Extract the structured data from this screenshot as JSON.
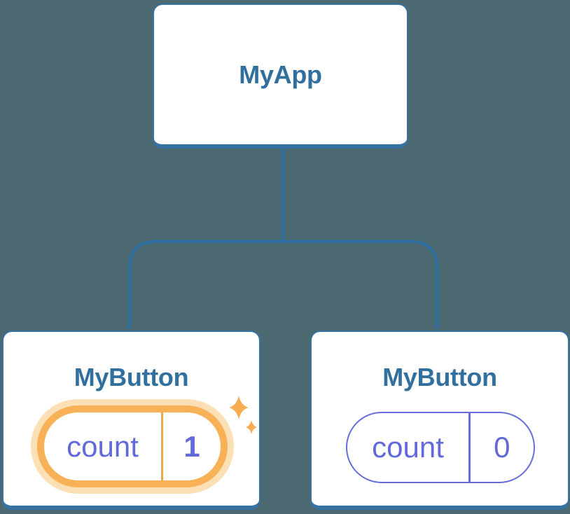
{
  "diagram": {
    "description": "React component tree with isolated state",
    "palette": {
      "background": "#4C6870",
      "node_border": "#3573A2",
      "node_title": "#31709E",
      "edge": "#2E6E9E",
      "state_text": "#626AD8",
      "state_border": "#666CDC",
      "highlight_ring": "#F8B156",
      "highlight_glow": "#FCE0B5",
      "sparkle": "#F7AC52"
    }
  },
  "tree": {
    "root": {
      "label": "MyApp"
    },
    "children": [
      {
        "label": "MyButton",
        "highlighted": true,
        "badge": "sparkles-icon",
        "state": {
          "name": "count",
          "value": "1"
        }
      },
      {
        "label": "MyButton",
        "highlighted": false,
        "state": {
          "name": "count",
          "value": "0"
        }
      }
    ]
  }
}
